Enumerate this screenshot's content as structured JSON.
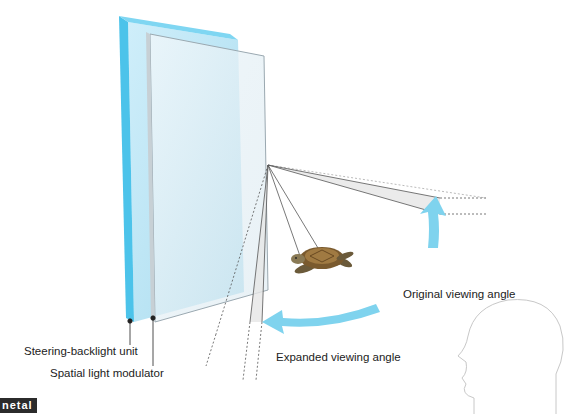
{
  "diagram": {
    "labels": [
      "Steering-backlight unit",
      "Spatial light modulator",
      "Original viewing angle",
      "Expanded viewing angle",
      "netal"
    ]
  }
}
